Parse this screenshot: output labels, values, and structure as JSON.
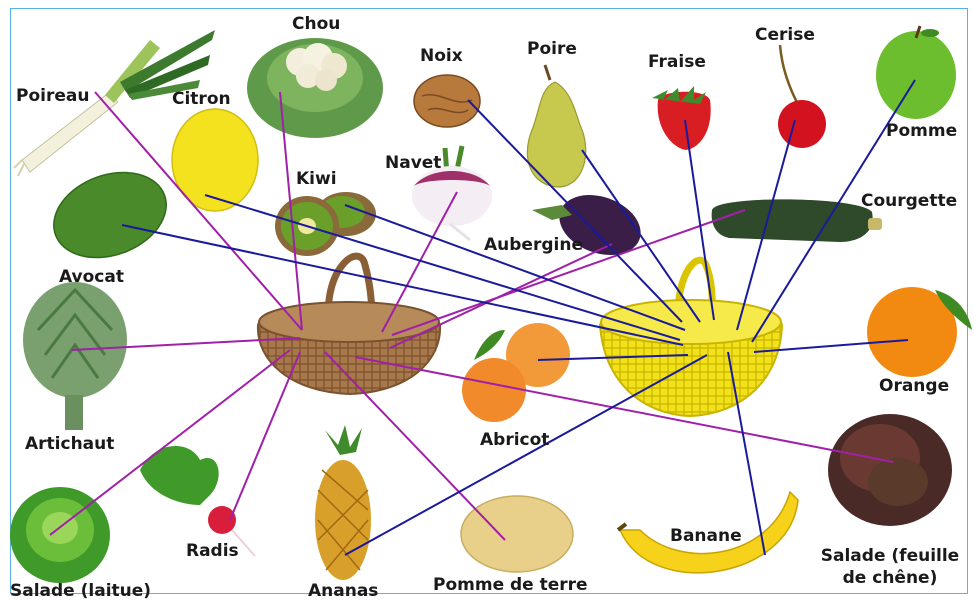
{
  "labels": {
    "poireau": "Poireau",
    "chou": "Chou",
    "citron": "Citron",
    "noix": "Noix",
    "poire": "Poire",
    "fraise": "Fraise",
    "cerise": "Cerise",
    "pomme": "Pomme",
    "kiwi": "Kiwi",
    "navet": "Navet",
    "courgette": "Courgette",
    "avocat": "Avocat",
    "aubergine": "Aubergine",
    "artichaut": "Artichaut",
    "orange": "Orange",
    "abricot": "Abricot",
    "salade_laitue": "Salade (laitue)",
    "radis": "Radis",
    "ananas": "Ananas",
    "pomme_de_terre": "Pomme de terre",
    "banane": "Banane",
    "salade_feuille_de_chene": "Salade (feuille de chêne)"
  },
  "colors": {
    "vegetable_line": "#a020a8",
    "fruit_line": "#1a1a9a",
    "wicker_basket": "#a8784a",
    "yellow_basket": "#f2e21a",
    "frame": "#5ab0e6"
  },
  "groups": {
    "wicker_basket": [
      "poireau",
      "chou",
      "navet",
      "courgette",
      "aubergine",
      "artichaut",
      "salade_laitue",
      "radis",
      "pomme_de_terre",
      "salade_feuille_de_chene"
    ],
    "yellow_basket": [
      "citron",
      "noix",
      "poire",
      "fraise",
      "cerise",
      "pomme",
      "kiwi",
      "avocat",
      "orange",
      "abricot",
      "ananas",
      "banane"
    ]
  }
}
